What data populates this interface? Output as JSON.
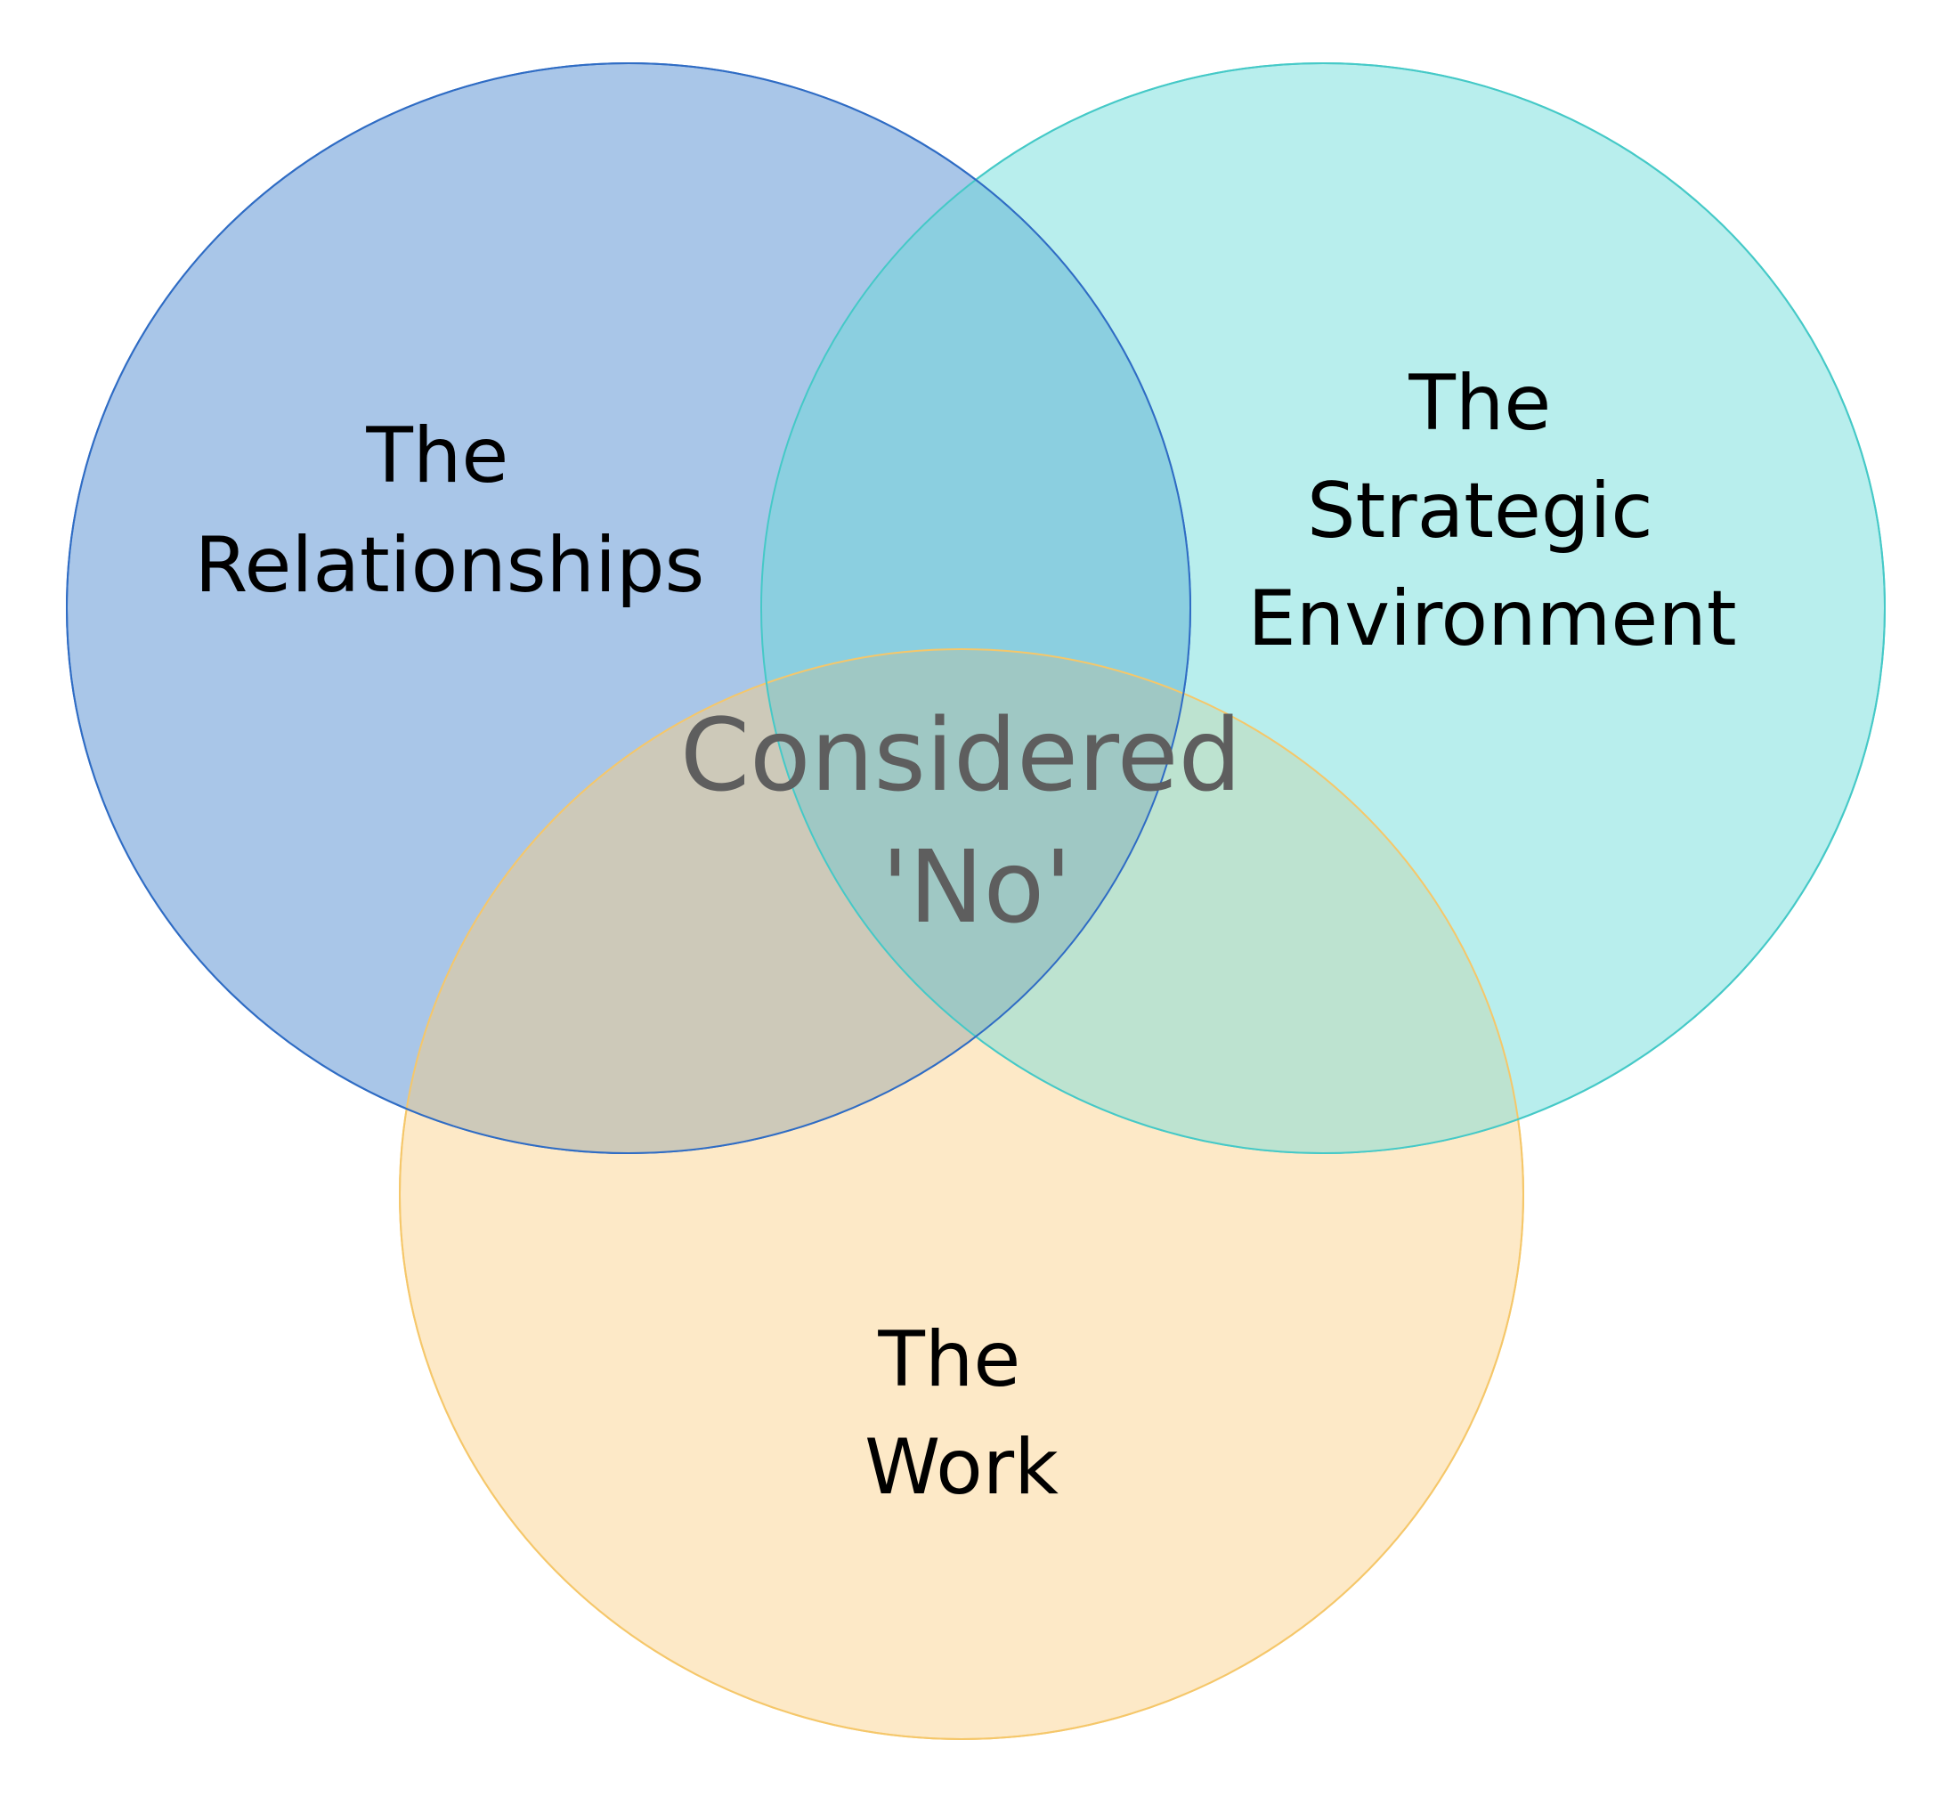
{
  "diagram": {
    "type": "venn-3",
    "sets": [
      {
        "id": "relationships",
        "label_lines": [
          "The",
          "Relationships"
        ],
        "fill": "#a9c6e8",
        "stroke": "#2f6cc4"
      },
      {
        "id": "strategic-environment",
        "label_lines": [
          "The",
          "Strategic",
          "Environment"
        ],
        "fill": "#b8eeed",
        "stroke": "#45c9c7"
      },
      {
        "id": "work",
        "label_lines": [
          "The",
          "Work"
        ],
        "fill": "#fde9c7",
        "stroke": "#f5c76a"
      }
    ],
    "intersection": {
      "label_lines": [
        "Considered",
        "'No'"
      ],
      "color": "#5e5e5e"
    },
    "overlap_fills": {
      "relationships_strategic": "#8bcfe0",
      "relationships_work": "#cdc9b9",
      "strategic_work": "#bde3d0",
      "all_three": "#9fc8c4"
    }
  }
}
